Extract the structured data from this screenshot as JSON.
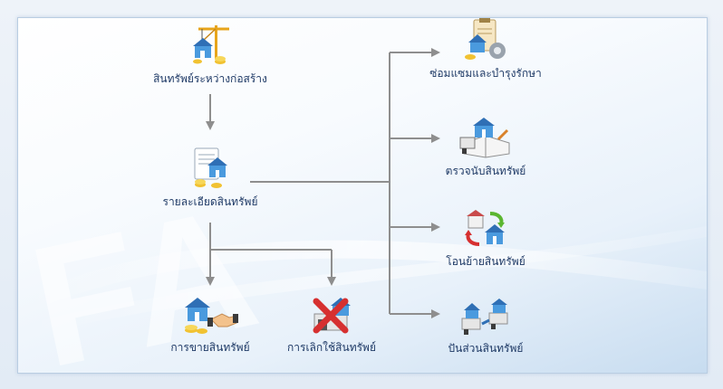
{
  "watermark": "FA",
  "nodes": {
    "construction": {
      "label": "สินทรัพย์ระหว่างก่อสร้าง",
      "icon": "construction-crane-icon"
    },
    "details": {
      "label": "รายละเอียดสินทรัพย์",
      "icon": "asset-document-icon"
    },
    "sale": {
      "label": "การขายสินทรัพย์",
      "icon": "asset-sale-handshake-icon"
    },
    "disposal": {
      "label": "การเลิกใช้สินทรัพย์",
      "icon": "asset-disposal-icon"
    },
    "repair": {
      "label": "ซ่อมแซมและบำรุงรักษา",
      "icon": "repair-maintenance-icon"
    },
    "count": {
      "label": "ตรวจนับสินทรัพย์",
      "icon": "asset-count-icon"
    },
    "transfer": {
      "label": "โอนย้ายสินทรัพย์",
      "icon": "asset-transfer-icon"
    },
    "split": {
      "label": "ปันส่วนสินทรัพย์",
      "icon": "asset-split-icon"
    }
  },
  "colors": {
    "arrow": "#8e8e8e",
    "label": "#1f3a66",
    "house": "#3a8fd8"
  }
}
